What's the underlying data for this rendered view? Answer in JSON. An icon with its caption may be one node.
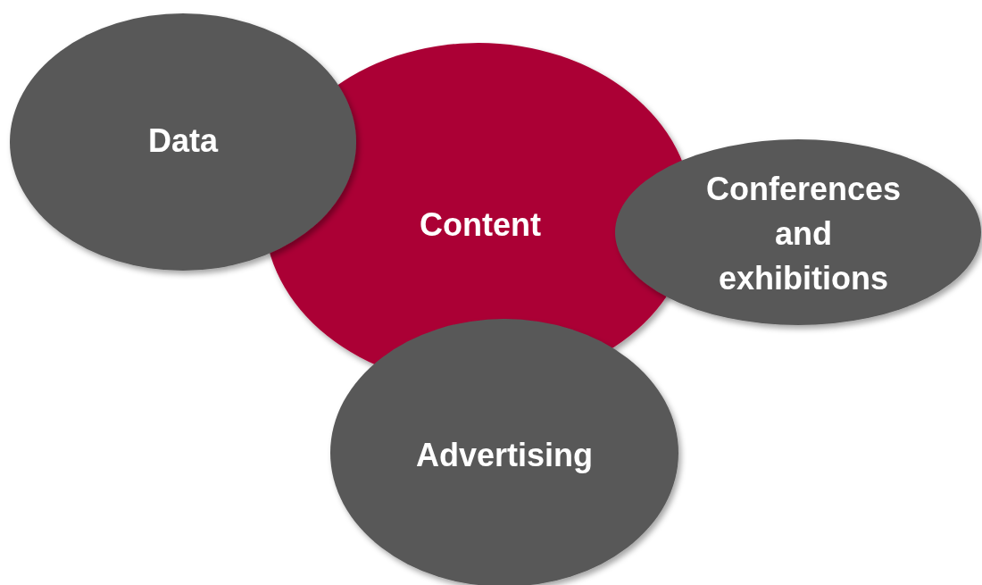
{
  "diagram": {
    "nodes": [
      {
        "text": [
          "Data"
        ]
      },
      {
        "text": [
          "Content"
        ]
      },
      {
        "text": [
          "Conferences and exhibitions"
        ]
      },
      {
        "text": [
          "Advertising"
        ]
      }
    ]
  }
}
